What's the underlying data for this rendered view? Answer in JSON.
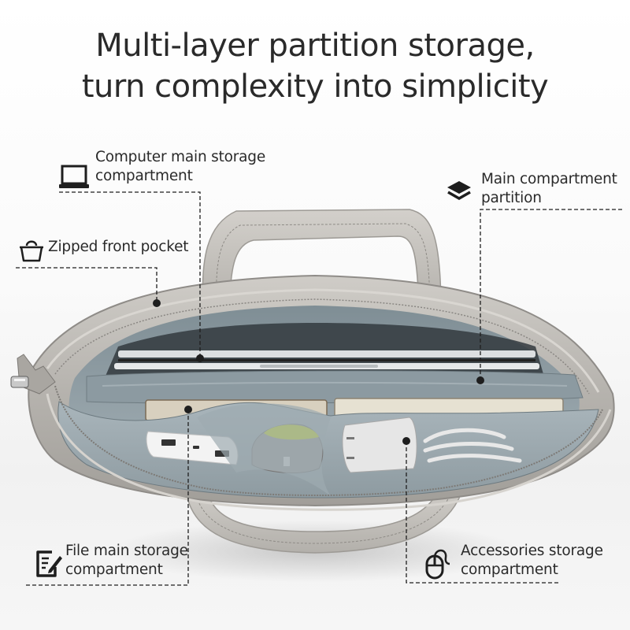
{
  "title": {
    "line1": "Multi-layer partition storage,",
    "line2": "turn complexity into simplicity"
  },
  "callouts": [
    {
      "id": "computer",
      "icon": "laptop-icon",
      "line1": "Computer main storage",
      "line2": "compartment"
    },
    {
      "id": "partition",
      "icon": "layers-icon",
      "line1": "Main compartment",
      "line2": "partition"
    },
    {
      "id": "front-pocket",
      "icon": "shopping-bag-icon",
      "line1": "Zipped front pocket"
    },
    {
      "id": "file",
      "icon": "document-edit-icon",
      "line1": "File main storage",
      "line2": "compartment"
    },
    {
      "id": "accessories",
      "icon": "mouse-icon",
      "line1": "Accessories storage",
      "line2": "compartment"
    }
  ],
  "colors": {
    "text": "#2a2a2a",
    "bag_shell": "#b9b7b3",
    "bag_lining": "#8d9aa0",
    "laptop": "#cfd2d4",
    "mouse_accent": "#c8d92a"
  }
}
